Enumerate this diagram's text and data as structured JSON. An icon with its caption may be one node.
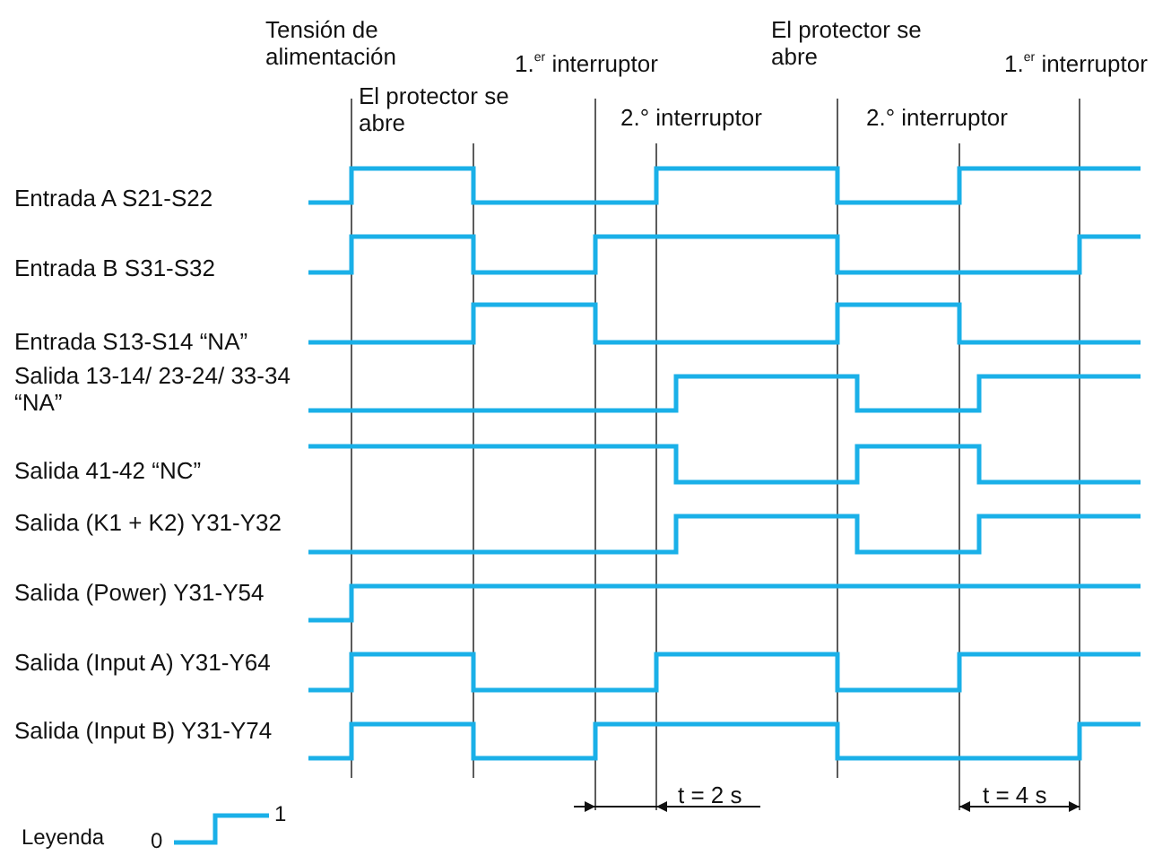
{
  "diagram": {
    "labels": [
      "Tensión de alimentación",
      "1.$^{er}$ interruptor",
      "El protector se abre",
      "1.$^{er}$ interruptor",
      "El protector se abre",
      "2.° interruptor",
      "2.° interruptor",
      "Entrada A S21-S22",
      "Entrada B S31-S32",
      "Entrada S13-S14 “NA”",
      "Salida 13-14/ 23-24/ 33-34 “NA”",
      "Salida 41-42 “NC”",
      "Salida (K1 + K2) Y31-Y32",
      "Salida (Power) Y31-Y54",
      "Salida (Input A) Y31-Y64",
      "Salida (Input B) Y31-Y74",
      "t = 2 s",
      "t = 4 s",
      "Leyenda",
      "0",
      "1"
    ]
  }
}
